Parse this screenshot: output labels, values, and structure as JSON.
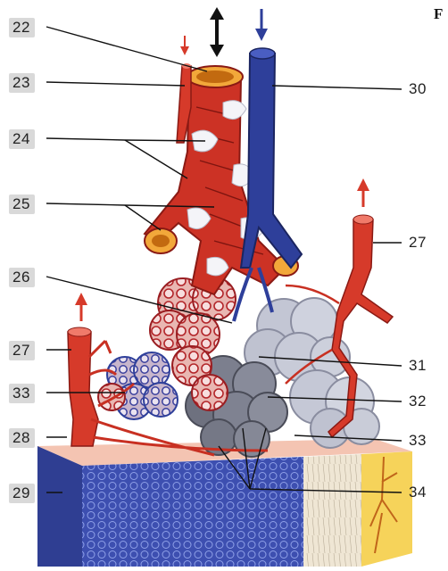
{
  "labels": {
    "n22": "22",
    "n23": "23",
    "n24": "24",
    "n25": "25",
    "n26": "26",
    "n27_left": "27",
    "n33_left": "33",
    "n28": "28",
    "n29": "29",
    "n30": "30",
    "n27_right": "27",
    "n31": "31",
    "n32": "32",
    "n33_right": "33",
    "n34": "34"
  },
  "corner_text": "F",
  "colors": {
    "artery": "#d63a2a",
    "artery_dark": "#a3201a",
    "vein": "#2e3f9a",
    "vein_light": "#4a5ec2",
    "alveolus_grey": "#b8bccb",
    "alveolus_dark": "#6b6e7c",
    "tissue_blue": "#3d4fb0",
    "tissue_yellow": "#f6d35a",
    "tissue_cream": "#efe6d4",
    "label_bg": "#d9d9d9"
  }
}
